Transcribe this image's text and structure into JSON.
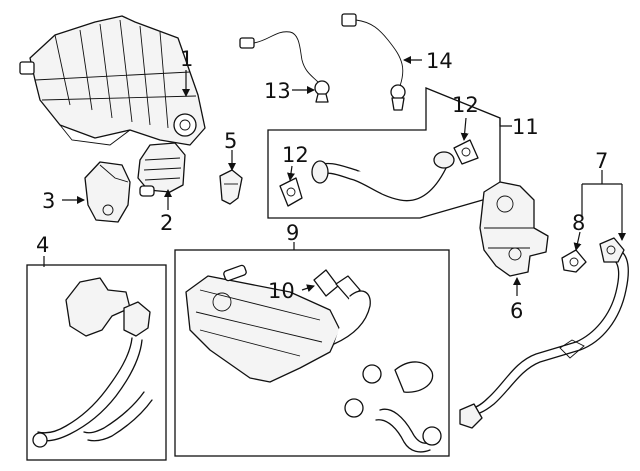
{
  "callouts": {
    "c1": "1",
    "c2": "2",
    "c3": "3",
    "c4": "4",
    "c5": "5",
    "c6": "6",
    "c7": "7",
    "c8": "8",
    "c9": "9",
    "c10": "10",
    "c11": "11",
    "c12a": "12",
    "c12b": "12",
    "c13": "13",
    "c14": "14"
  }
}
